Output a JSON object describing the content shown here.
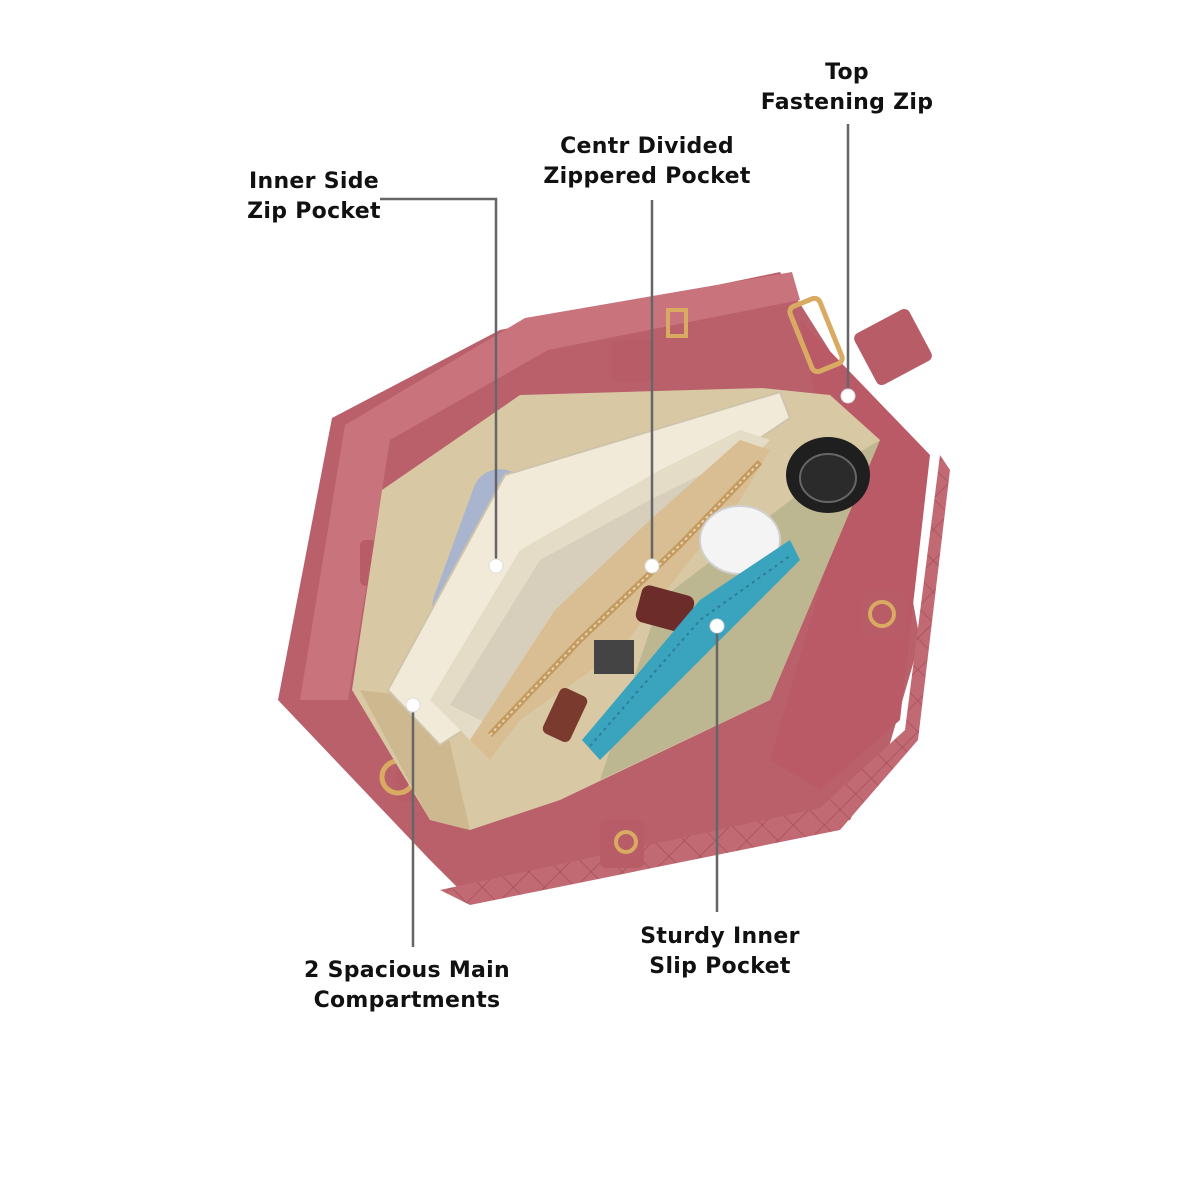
{
  "callouts": {
    "top_zip": {
      "line1": "Top",
      "line2": "Fastening Zip"
    },
    "centre_pocket": {
      "line1": "Centr Divided",
      "line2": "Zippered Pocket"
    },
    "inner_side": {
      "line1": "Inner Side",
      "line2": "Zip Pocket"
    },
    "main_compartments": {
      "line1": "2 Spacious Main",
      "line2": "Compartments"
    },
    "slip_pocket": {
      "line1": "Sturdy Inner",
      "line2": "Slip Pocket"
    }
  },
  "colors": {
    "leather": "#c26a74",
    "leather_dark": "#9b4751",
    "lining": "#d8c8a4",
    "leader_line": "#666666",
    "phone": "#a9b4cf",
    "notebook": "#f1ead8",
    "card": "#3aa3bd",
    "gold": "#d9ab62"
  },
  "icons": [
    "handbag-illustration",
    "callout-dot"
  ]
}
